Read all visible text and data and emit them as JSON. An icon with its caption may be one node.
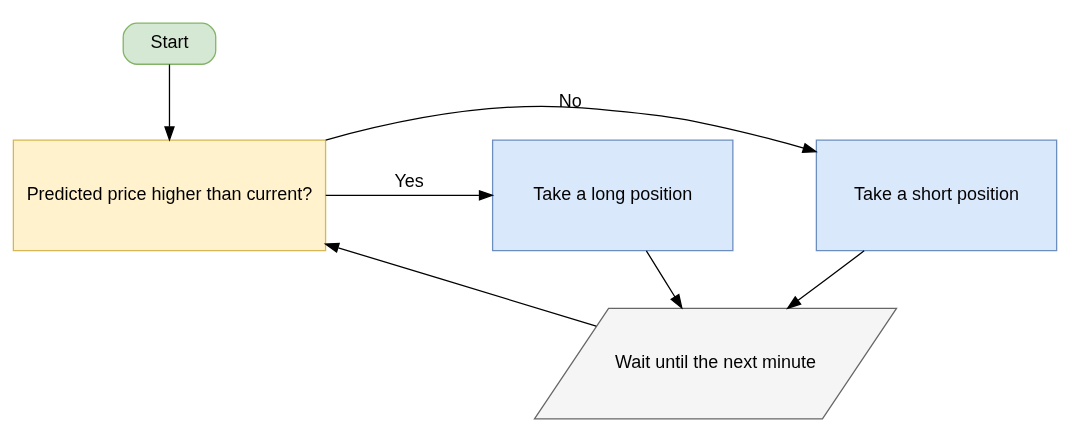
{
  "diagram": {
    "nodes": [
      {
        "text": [
          "Start"
        ]
      },
      {
        "text": [
          "Predicted price higher than current?"
        ]
      },
      {
        "text": [
          "Take a short position"
        ]
      },
      {
        "text": [
          "Take a long position"
        ]
      },
      {
        "text": [
          "Wait until the next minute"
        ]
      }
    ],
    "edges": [
      {
        "from": 0,
        "to": 1,
        "arrow": "to"
      },
      {
        "from": 1,
        "to": 2,
        "arrow": "to",
        "label": "No"
      },
      {
        "from": 1,
        "to": 3,
        "arrow": "to",
        "label": "Yes"
      },
      {
        "from": 2,
        "to": 4,
        "arrow": "to"
      },
      {
        "from": 3,
        "to": 4,
        "arrow": "to"
      },
      {
        "from": 4,
        "to": 1,
        "arrow": "to"
      }
    ]
  }
}
